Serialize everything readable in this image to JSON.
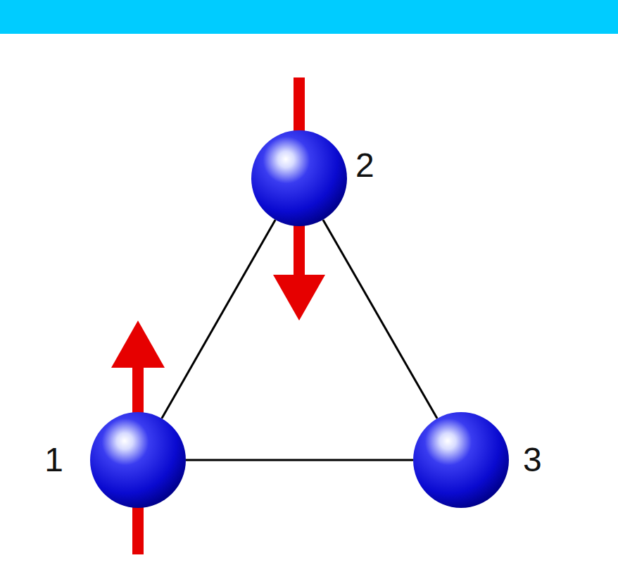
{
  "diagram": {
    "nodes": [
      {
        "text": [
          "1"
        ]
      },
      {
        "text": [
          "2"
        ]
      },
      {
        "text": [
          "3"
        ]
      }
    ],
    "edges": [
      {
        "from": 0,
        "to": 1,
        "arrow": "none"
      },
      {
        "from": 1,
        "to": 2,
        "arrow": "none"
      },
      {
        "from": 0,
        "to": 2,
        "arrow": "none"
      }
    ]
  }
}
